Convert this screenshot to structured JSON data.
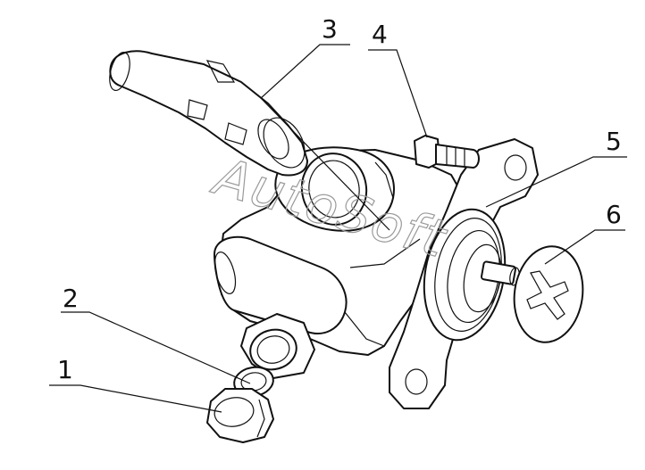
{
  "callouts": [
    {
      "id": "1",
      "label": "1"
    },
    {
      "id": "2",
      "label": "2"
    },
    {
      "id": "3",
      "label": "3"
    },
    {
      "id": "4",
      "label": "4"
    },
    {
      "id": "5",
      "label": "5"
    },
    {
      "id": "6",
      "label": "6"
    }
  ],
  "watermark": "AutoSoft",
  "colors": {
    "line": "#111111",
    "background": "#ffffff",
    "watermark": "#9a9a9a"
  }
}
